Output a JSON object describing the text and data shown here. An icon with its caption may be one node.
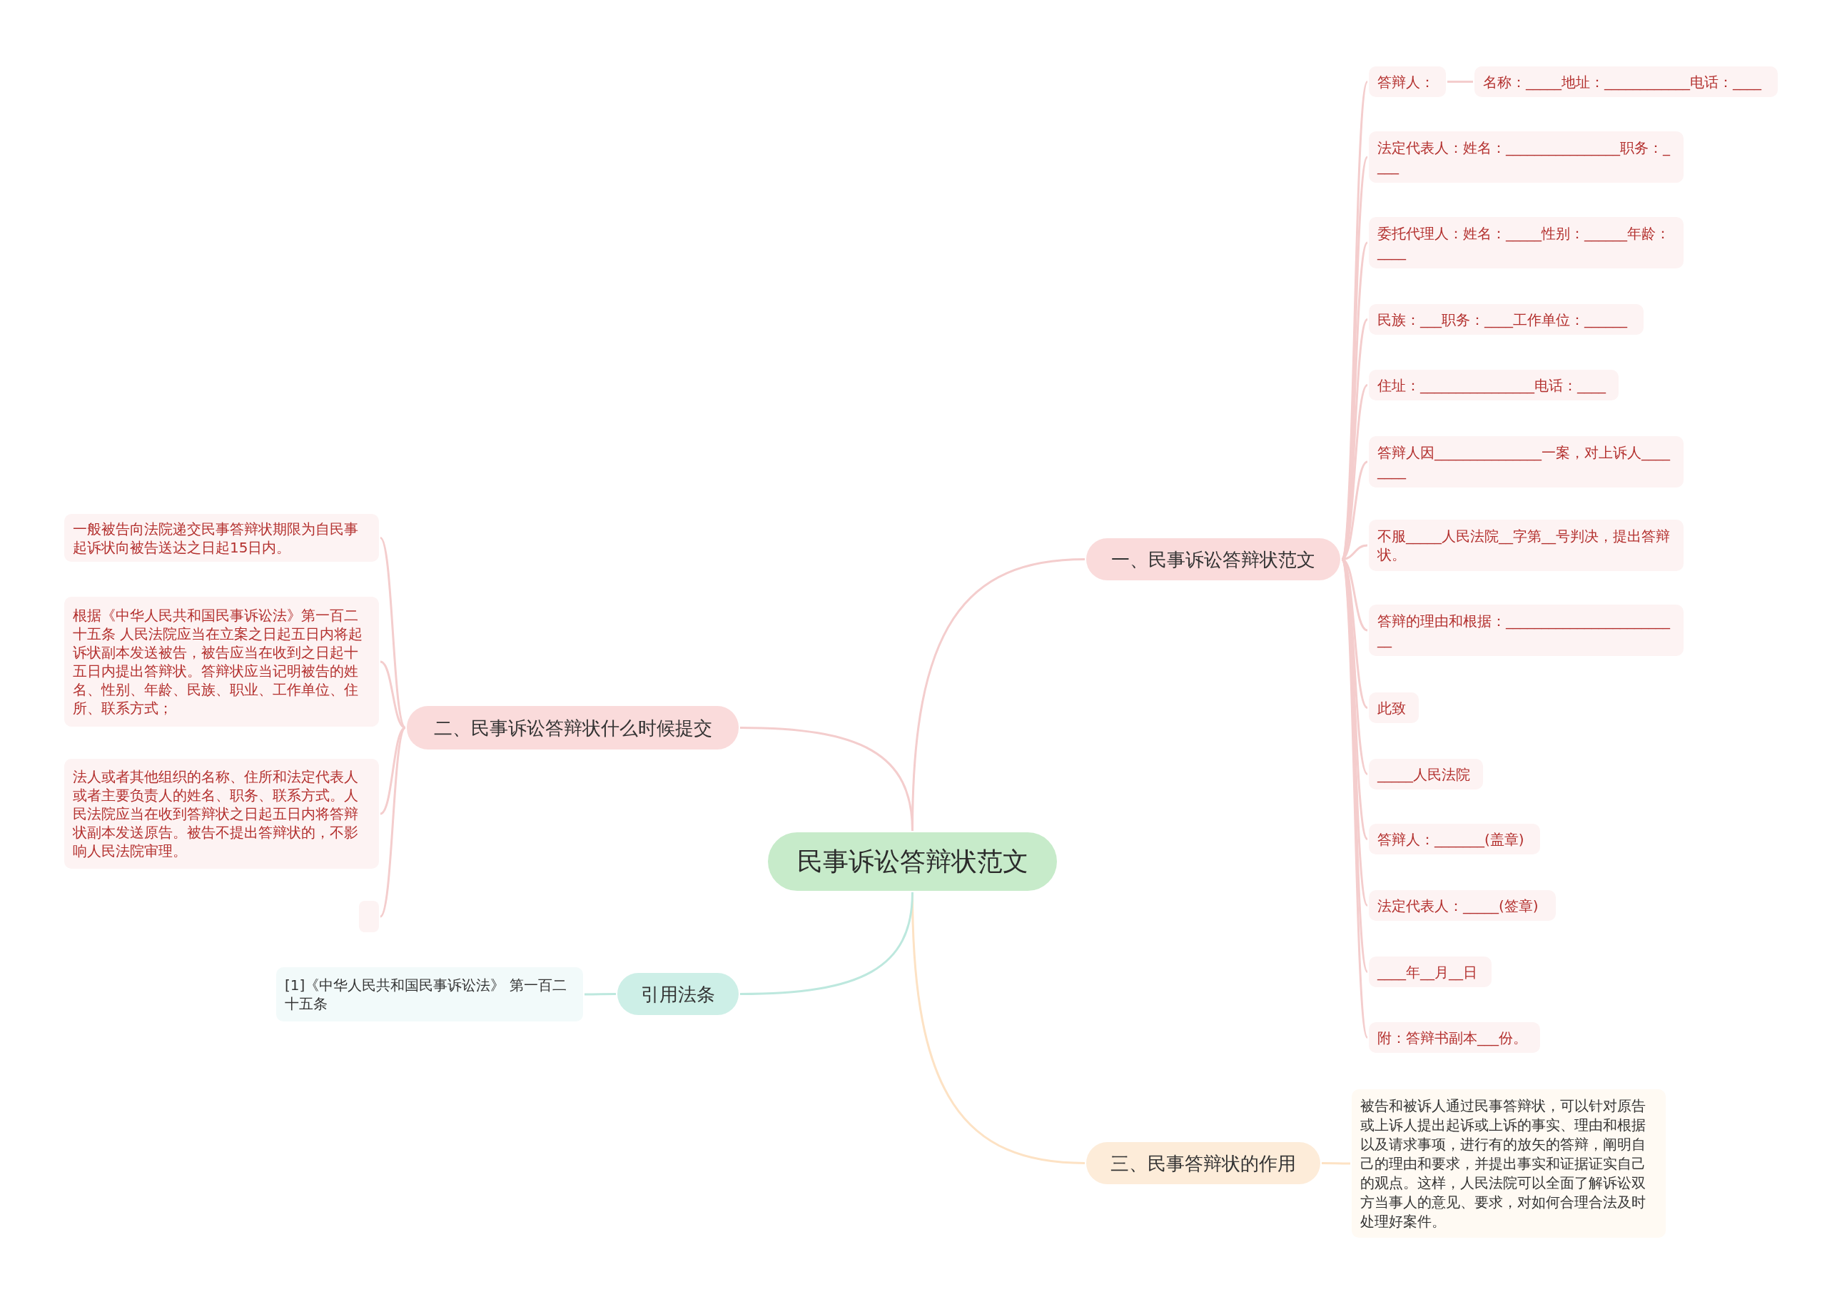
{
  "diagram": {
    "nodes": [
      {
        "text": [
          "民事诉讼答辩状范文"
        ]
      },
      {
        "text": [
          "一、民事诉讼答辩状范文"
        ]
      },
      {
        "text": [
          "答辩人："
        ]
      },
      {
        "text": [
          "名称：_____地址：____________电话：____"
        ]
      },
      {
        "text": [
          "法定代表人：姓名：________________职务：____"
        ]
      },
      {
        "text": [
          "委托代理人：姓名：_____性别：______年龄：____"
        ]
      },
      {
        "text": [
          "民族：___职务：____工作单位：______"
        ]
      },
      {
        "text": [
          "住址：________________电话：____"
        ]
      },
      {
        "text": [
          "答辩人因_______________一案，对上诉人________"
        ]
      },
      {
        "text": [
          "不服_____人民法院__字第__号判决，提出答辩状。"
        ]
      },
      {
        "text": [
          "答辩的理由和根据：_________________________"
        ]
      },
      {
        "text": [
          "此致"
        ]
      },
      {
        "text": [
          "_____人民法院"
        ]
      },
      {
        "text": [
          "答辩人：_______(盖章)"
        ]
      },
      {
        "text": [
          "法定代表人：_____(签章)"
        ]
      },
      {
        "text": [
          "____年__月__日"
        ]
      },
      {
        "text": [
          "附：答辩书副本___份。"
        ]
      },
      {
        "text": [
          "三、民事答辩状的作用"
        ]
      },
      {
        "text": [
          "被告和被诉人通过民事答辩状，可以针对原告或上诉人提出起诉或上诉的事实、理由和根据以及请求事项，进行有的放矢的答辩，阐明自己的理由和要求，并提出事实和证据证实自己的观点。这样，人民法院可以全面了解诉讼双方当事人的意见、要求，对如何合理合法及时处理好案件。"
        ]
      },
      {
        "text": [
          "二、民事诉讼答辩状什么时候提交"
        ]
      },
      {
        "text": [
          "一般被告向法院递交民事答辩状期限为自民事起诉状向被告送达之日起15日内。"
        ]
      },
      {
        "text": [
          "根据《中华人民共和国民事诉讼法》第一百二十五条 人民法院应当在立案之日起五日内将起诉状副本发送被告，被告应当在收到之日起十五日内提出答辩状。答辩状应当记明被告的姓名、性别、年龄、民族、职业、工作单位、住所、联系方式；"
        ]
      },
      {
        "text": [
          "法人或者其他组织的名称、住所和法定代表人或者主要负责人的姓名、职务、联系方式。人民法院应当在收到答辩状之日起五日内将答辩状副本发送原告。被告不提出答辩状的，不影响人民法院审理。"
        ]
      },
      {
        "text": [],
        "shape": "box"
      },
      {
        "text": [
          "引用法条"
        ]
      },
      {
        "text": [
          "[1]《中华人民共和国民事诉讼法》 第一百二十五条"
        ]
      }
    ],
    "edges": [
      {
        "from": 0,
        "to": 1,
        "arrow": "none"
      },
      {
        "from": 1,
        "to": 2,
        "arrow": "none"
      },
      {
        "from": 2,
        "to": 3,
        "arrow": "none"
      },
      {
        "from": 1,
        "to": 4,
        "arrow": "none"
      },
      {
        "from": 1,
        "to": 5,
        "arrow": "none"
      },
      {
        "from": 1,
        "to": 6,
        "arrow": "none"
      },
      {
        "from": 1,
        "to": 7,
        "arrow": "none"
      },
      {
        "from": 1,
        "to": 8,
        "arrow": "none"
      },
      {
        "from": 1,
        "to": 9,
        "arrow": "none"
      },
      {
        "from": 1,
        "to": 10,
        "arrow": "none"
      },
      {
        "from": 1,
        "to": 11,
        "arrow": "none"
      },
      {
        "from": 1,
        "to": 12,
        "arrow": "none"
      },
      {
        "from": 1,
        "to": 13,
        "arrow": "none"
      },
      {
        "from": 1,
        "to": 14,
        "arrow": "none"
      },
      {
        "from": 1,
        "to": 15,
        "arrow": "none"
      },
      {
        "from": 1,
        "to": 16,
        "arrow": "none"
      },
      {
        "from": 0,
        "to": 17,
        "arrow": "none",
        "color": "#fde2c4"
      },
      {
        "from": 17,
        "to": 18,
        "arrow": "none",
        "color": "#fde2c4"
      },
      {
        "from": 0,
        "to": 19,
        "arrow": "none"
      },
      {
        "from": 19,
        "to": 20,
        "arrow": "none"
      },
      {
        "from": 19,
        "to": 21,
        "arrow": "none"
      },
      {
        "from": 19,
        "to": 22,
        "arrow": "none"
      },
      {
        "from": 19,
        "to": 23,
        "arrow": "none"
      },
      {
        "from": 0,
        "to": 24,
        "arrow": "none",
        "color": "#bde8de"
      },
      {
        "from": 24,
        "to": 25,
        "arrow": "none",
        "color": "#bde8de"
      }
    ]
  }
}
